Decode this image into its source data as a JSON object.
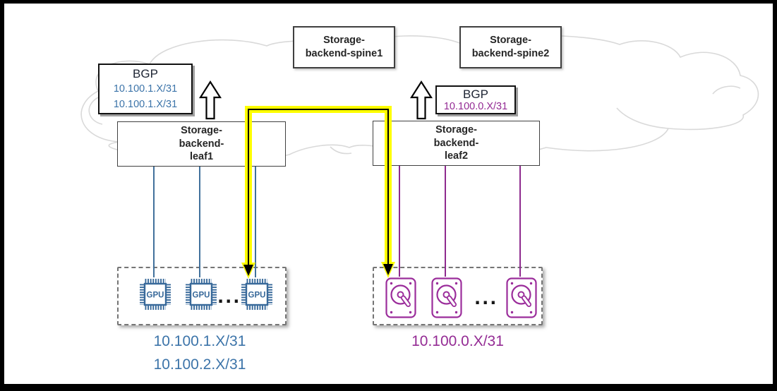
{
  "colors": {
    "blue_text": "#3c74a9",
    "blue_line": "#41719c",
    "gpu_icon": "#38699a",
    "purple_text": "#942b94",
    "purple_line": "#8e2a8e",
    "disk_icon": "#9b2d9b",
    "flow_highlight": "#ffff00",
    "cloud_outline": "#d9d9d9"
  },
  "spines": {
    "spine1_label": "Storage-\nbackend-spine1",
    "spine2_label": "Storage-\nbackend-spine2"
  },
  "leaves": {
    "leaf1_label": "Storage-\nbackend-\nleaf1",
    "leaf2_label": "Storage-\nbackend-\nleaf2"
  },
  "bgp_left": {
    "title": "BGP",
    "routes": [
      "10.100.1.X/31",
      "10.100.1.X/31"
    ]
  },
  "bgp_right": {
    "title": "BGP",
    "routes": [
      "10.100.0.X/31"
    ]
  },
  "gpu_cluster": {
    "device_label": "GPU",
    "ellipsis": "...",
    "subnets": [
      "10.100.1.X/31",
      "10.100.2.X/31"
    ]
  },
  "disk_cluster": {
    "ellipsis": "...",
    "subnets": [
      "10.100.0.X/31"
    ]
  },
  "icons": {
    "cloud": "network-cloud",
    "up_arrow": "up-block-arrow",
    "flow_arrow": "highlighted-flow-arrow",
    "gpu": "gpu-chip",
    "disk": "hard-disk"
  }
}
